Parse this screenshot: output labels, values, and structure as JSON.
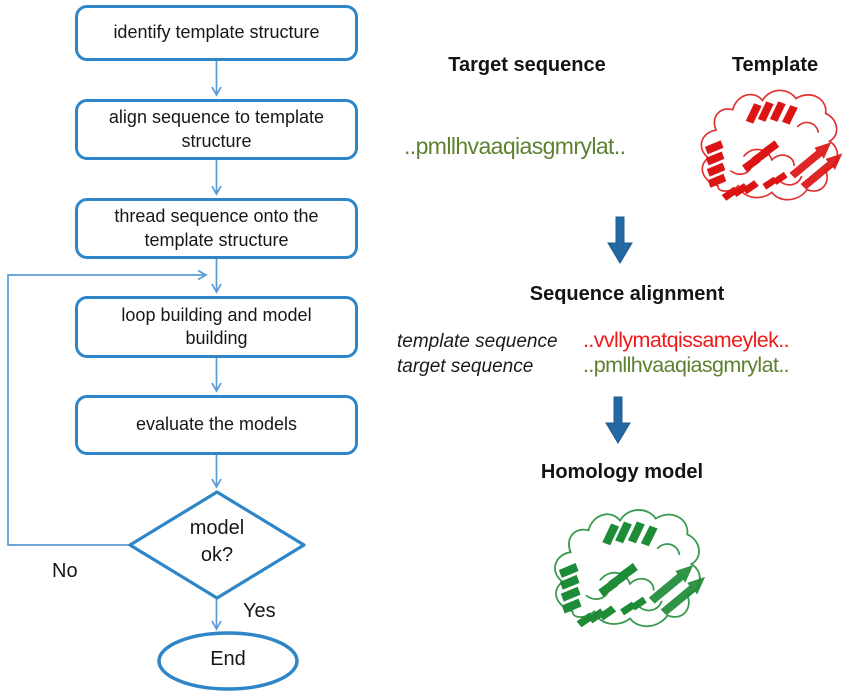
{
  "flowchart": {
    "steps": [
      {
        "label": "identify template structure"
      },
      {
        "label": "align sequence to template structure"
      },
      {
        "label": "thread sequence onto the template structure"
      },
      {
        "label": "loop building and model building"
      },
      {
        "label": "evaluate the models"
      }
    ],
    "decision_label": "model\nok?",
    "no_label": "No",
    "yes_label": "Yes",
    "end_label": "End"
  },
  "right_panel": {
    "target": {
      "heading": "Target sequence",
      "sequence": "..pmllhvaaqiasgmrylat.."
    },
    "template": {
      "heading": "Template",
      "image": "red-protein-ribbon-structure"
    },
    "alignment": {
      "heading": "Sequence alignment",
      "rows": [
        {
          "label": "template sequence",
          "value": "..vvllymatqissameylek.."
        },
        {
          "label": "target sequence",
          "value": "..pmllhvaaqiasgmrylat.."
        }
      ]
    },
    "homology": {
      "heading": "Homology model",
      "image": "green-protein-ribbon-structure"
    }
  },
  "colors": {
    "flow_box_border": "#2e86c8",
    "flow_connector": "#5b9bd5",
    "block_arrow": "#2368a2",
    "sequence_red": "#ee1b1b",
    "sequence_green": "#5f8030",
    "protein_template": "#dc1414",
    "protein_model": "#1e8c36",
    "text": "#171717"
  }
}
